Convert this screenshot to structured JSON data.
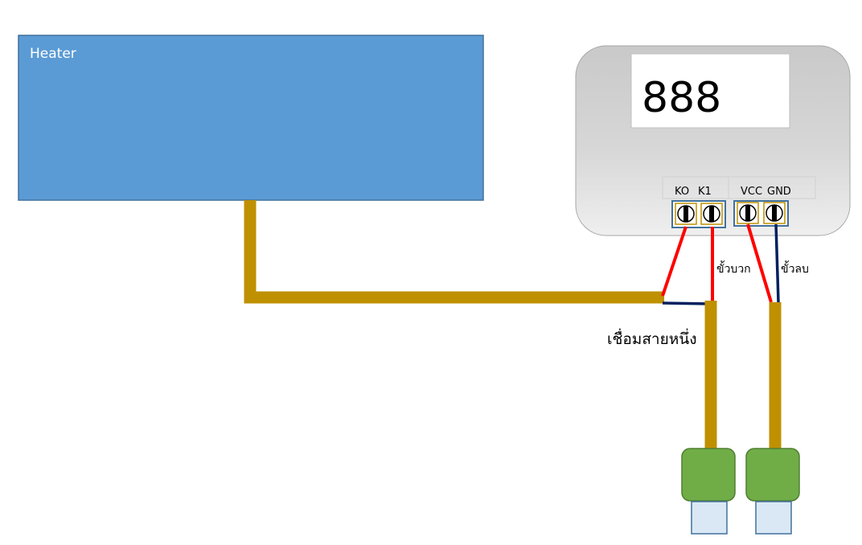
{
  "heater": {
    "label": "Heater"
  },
  "controller": {
    "display": "888",
    "terminals": [
      "KO",
      "K1",
      "VCC",
      "GND"
    ]
  },
  "annotations": {
    "positive": "ขั้วบวก",
    "negative": "ขั้วลบ",
    "join": "เชื่อมสายหนึ่ง"
  },
  "colors": {
    "heater_fill": "#5b9bd5",
    "heater_stroke": "#41719c",
    "wire_gold": "#bf9000",
    "wire_red": "#ff0000",
    "wire_navy": "#002060",
    "plug_green": "#70ad47",
    "plug_tip": "#dae8f5"
  }
}
